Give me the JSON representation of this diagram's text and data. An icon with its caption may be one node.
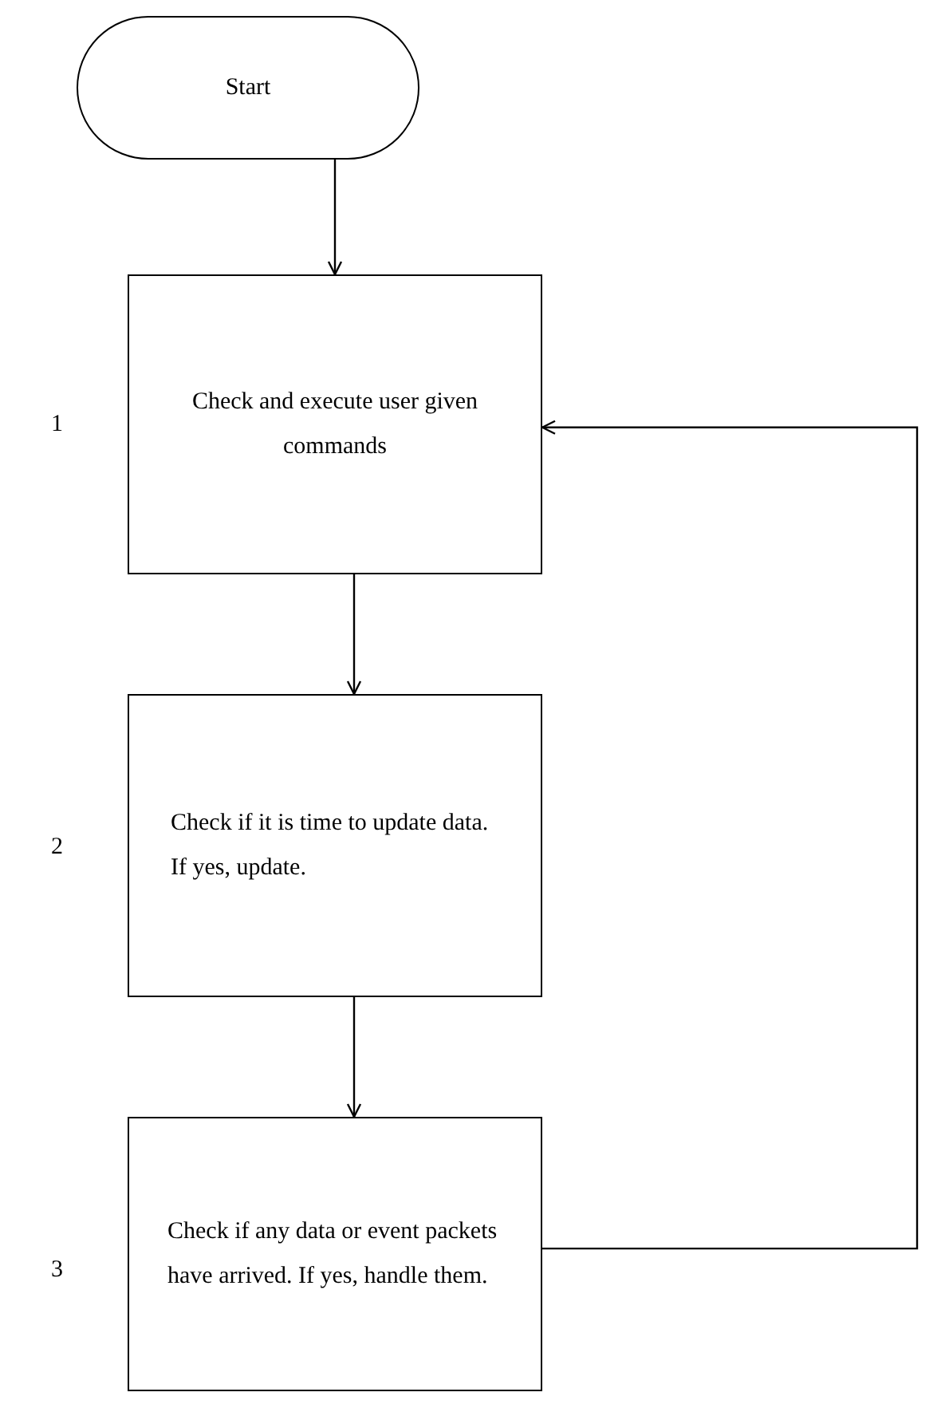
{
  "diagram": {
    "nodes": [
      {
        "text": [
          "Start"
        ]
      },
      {
        "text": [
          "Check and execute user given commands"
        ]
      },
      {
        "text": [
          "Check if it is time to update data. If yes, update."
        ]
      },
      {
        "text": [
          "Check if any data or event packets have arrived. If yes, handle them."
        ]
      }
    ],
    "edges": [
      {
        "from": 0,
        "to": 1,
        "arrow": "to"
      },
      {
        "from": 1,
        "to": 2,
        "arrow": "to"
      },
      {
        "from": 2,
        "to": 3,
        "arrow": "to"
      },
      {
        "from": 3,
        "to": 1,
        "arrow": "to"
      }
    ],
    "labels": [
      "1",
      "2",
      "3"
    ]
  }
}
